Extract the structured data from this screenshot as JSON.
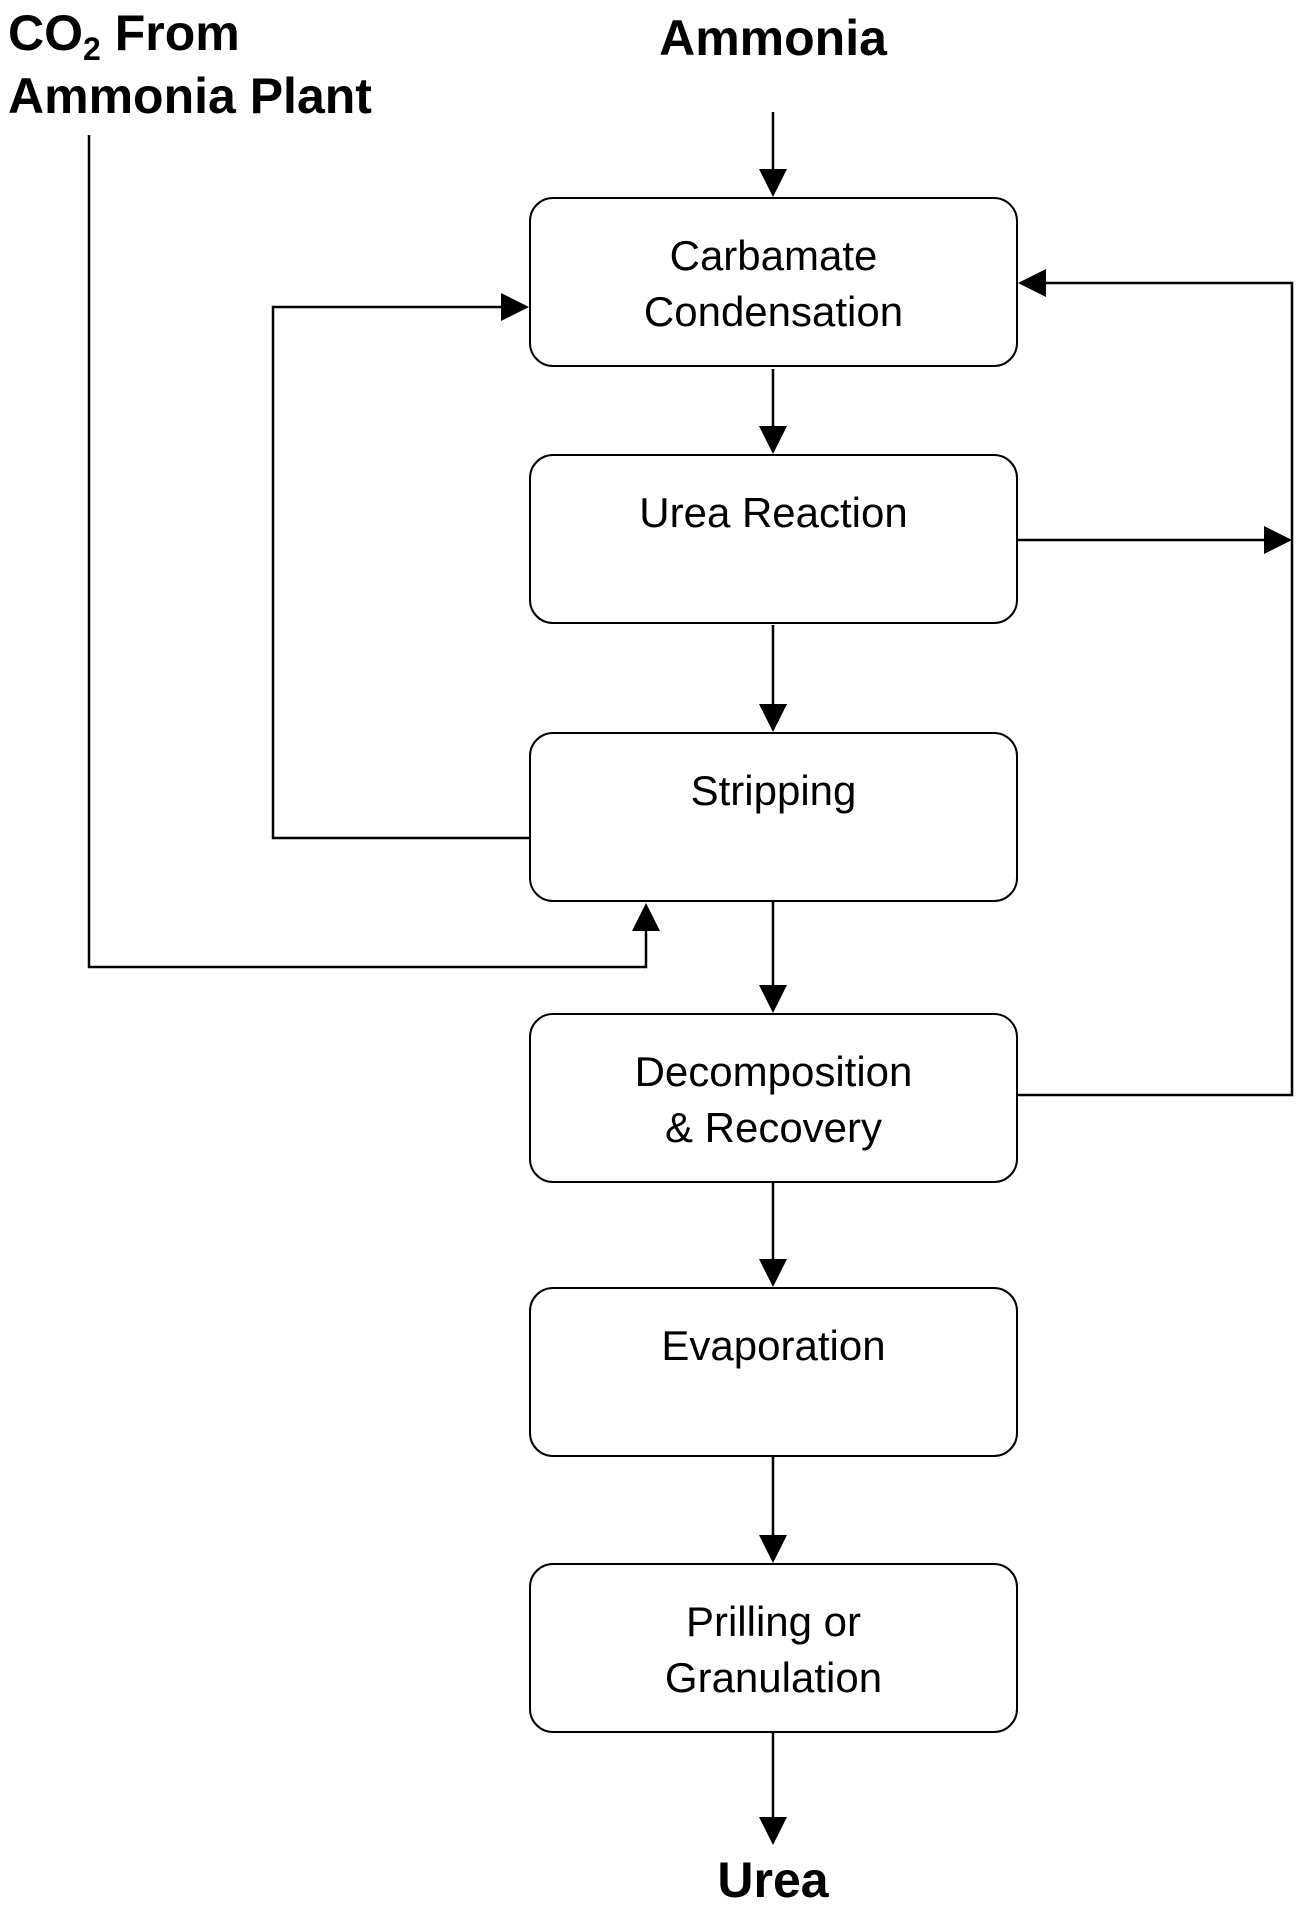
{
  "labels": {
    "co2": {
      "prefix": "CO",
      "subscript": "2",
      "suffix": " From",
      "line2": "Ammonia Plant"
    },
    "ammonia": "Ammonia",
    "urea": "Urea"
  },
  "boxes": [
    {
      "id": "carbamate-condensation",
      "label": "Carbamate Condensation",
      "lines": [
        "Carbamate",
        "Condensation"
      ]
    },
    {
      "id": "urea-reaction",
      "label": "Urea Reaction",
      "lines": [
        "Urea Reaction"
      ]
    },
    {
      "id": "stripping",
      "label": "Stripping",
      "lines": [
        "Stripping"
      ]
    },
    {
      "id": "decomposition-recovery",
      "label": "Decomposition & Recovery",
      "lines": [
        "Decomposition",
        "& Recovery"
      ]
    },
    {
      "id": "evaporation",
      "label": "Evaporation",
      "lines": [
        "Evaporation"
      ]
    },
    {
      "id": "prilling-granulation",
      "label": "Prilling or Granulation",
      "lines": [
        "Prilling or",
        "Granulation"
      ]
    }
  ],
  "edges": [
    {
      "from": "ammonia",
      "to": "carbamate-condensation"
    },
    {
      "from": "carbamate-condensation",
      "to": "urea-reaction"
    },
    {
      "from": "urea-reaction",
      "to": "stripping"
    },
    {
      "from": "stripping",
      "to": "decomposition-recovery"
    },
    {
      "from": "decomposition-recovery",
      "to": "evaporation"
    },
    {
      "from": "evaporation",
      "to": "prilling-granulation"
    },
    {
      "from": "prilling-granulation",
      "to": "urea"
    },
    {
      "from": "stripping",
      "to": "carbamate-condensation",
      "note": "left recycle loop"
    },
    {
      "from": "co2-from-ammonia-plant",
      "to": "stripping",
      "note": "CO2 feed enters bottom of Stripping"
    },
    {
      "from": "urea-reaction",
      "to": "carbamate-condensation",
      "note": "joins right recycle line"
    },
    {
      "from": "decomposition-recovery",
      "to": "carbamate-condensation",
      "note": "right recycle line"
    }
  ],
  "colors": {
    "line": "#000000",
    "background": "#ffffff",
    "text": "#000000"
  }
}
